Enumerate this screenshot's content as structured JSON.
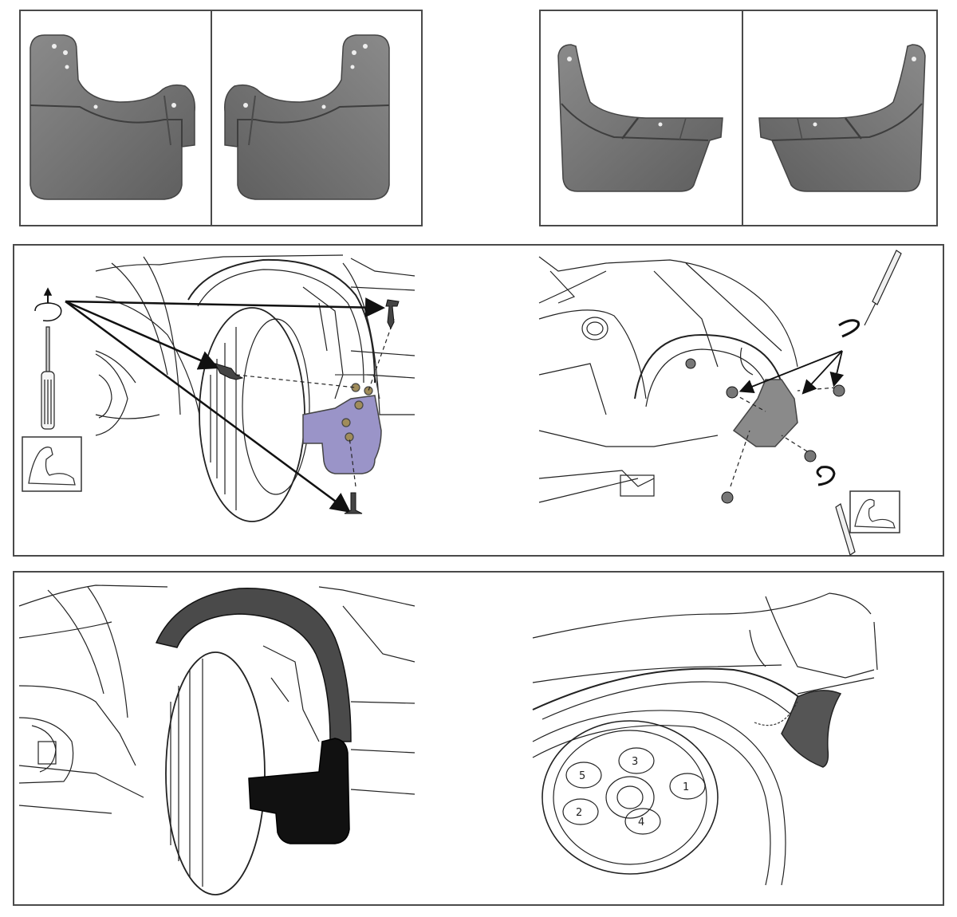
{
  "wheel_hub": {
    "lug_labels": [
      "1",
      "2",
      "3",
      "4",
      "5"
    ]
  },
  "colors": {
    "frame": "#4a4a4a",
    "flap_gray": "#6e6e6e",
    "flap_highlight": "#9c9ca8",
    "flap_lavender": "#9a94c8",
    "flap_black": "#111111",
    "line": "#222222"
  },
  "icons": [
    "screwdriver-icon",
    "rotate-arrow-icon",
    "flexed-arm-icon",
    "screw-icon",
    "wheel-icon",
    "mudflap-icon"
  ]
}
